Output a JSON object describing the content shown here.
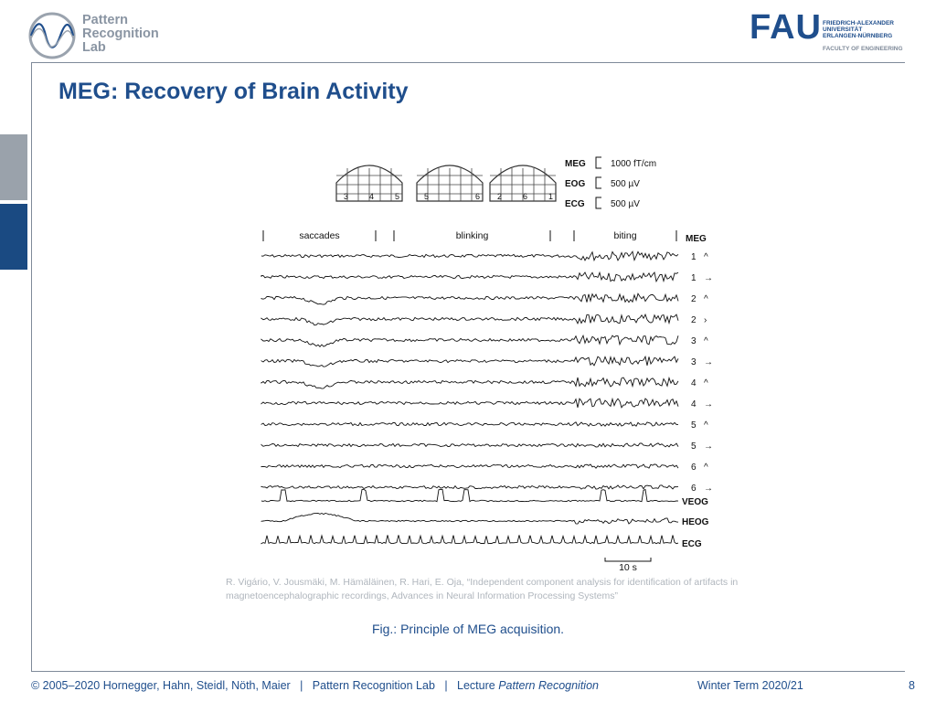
{
  "header": {
    "lab_logo_lines": [
      "Pattern",
      "Recognition",
      "Lab"
    ],
    "fau_logo": "FAU",
    "fau_sub_lines": [
      "FRIEDRICH-ALEXANDER",
      "UNIVERSITÄT",
      "ERLANGEN-NÜRNBERG"
    ],
    "fau_faculty": "FACULTY OF ENGINEERING"
  },
  "slide": {
    "title": "MEG: Recovery of Brain Activity",
    "citation": "R. Vigário, V. Jousmäki, M. Hämäläinen, R. Hari, E. Oja, “Independent component analysis for identification of artifacts in magnetoencephalographic recordings, Advances in Neural Information Processing Systems”",
    "caption": "Fig.: Principle of MEG acquisition."
  },
  "figure": {
    "scale": [
      {
        "label": "MEG",
        "value": "1000 fT/cm"
      },
      {
        "label": "EOG",
        "value": "500 µV"
      },
      {
        "label": "ECG",
        "value": "500 µV"
      }
    ],
    "helmet_numbers": [
      [
        "3",
        "4",
        "5"
      ],
      [
        "5",
        "6"
      ],
      [
        "2",
        "6",
        "1"
      ]
    ],
    "segments": [
      "saccades",
      "blinking",
      "biting"
    ],
    "channel_header": "MEG",
    "channels": [
      {
        "num": "1",
        "dir": "^"
      },
      {
        "num": "1",
        "dir": "→"
      },
      {
        "num": "2",
        "dir": "^"
      },
      {
        "num": "2",
        "dir": "›"
      },
      {
        "num": "3",
        "dir": "^"
      },
      {
        "num": "3",
        "dir": "→"
      },
      {
        "num": "4",
        "dir": "^"
      },
      {
        "num": "4",
        "dir": "→"
      },
      {
        "num": "5",
        "dir": "^"
      },
      {
        "num": "5",
        "dir": "→"
      },
      {
        "num": "6",
        "dir": "^"
      },
      {
        "num": "6",
        "dir": "→"
      }
    ],
    "extra_channels": [
      "VEOG",
      "HEOG",
      "ECG"
    ],
    "time_scale": "10 s"
  },
  "footer": {
    "copyright": "© 2005–2020 Hornegger, Hahn, Steidl, Nöth, Maier",
    "sep1": "|",
    "lab": "Pattern Recognition Lab",
    "sep2": "|",
    "lecture_prefix": "Lecture",
    "lecture_name": "Pattern Recognition",
    "term": "Winter Term 2020/21",
    "page": "8"
  }
}
